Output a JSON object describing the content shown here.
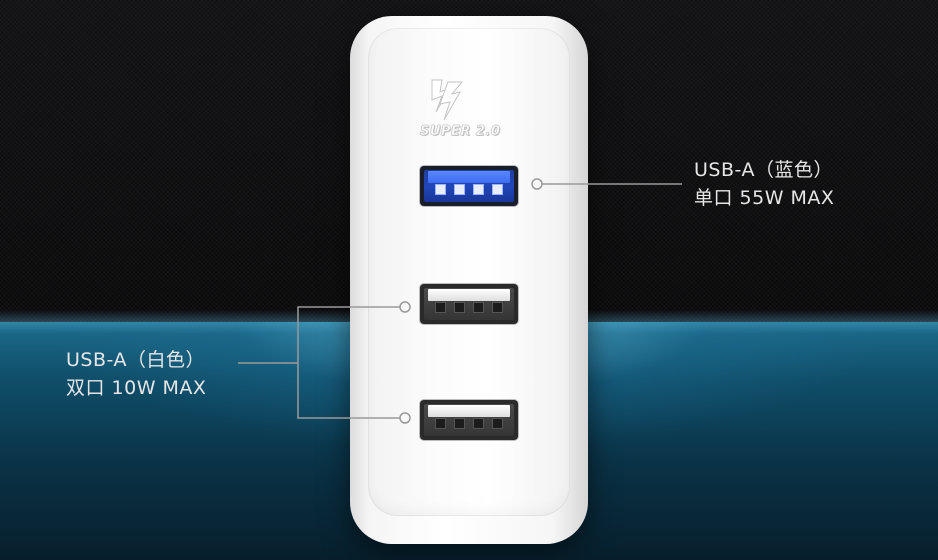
{
  "logo": {
    "text": "SUPER 2.0",
    "icon": "lightning-bolt-icon"
  },
  "callouts": {
    "blue_port": {
      "line1": "USB-A（蓝色）",
      "line2": "单口 55W MAX"
    },
    "white_ports": {
      "line1": "USB-A（白色）",
      "line2": "双口 10W MAX"
    }
  },
  "colors": {
    "blue_port": "#2046b8",
    "background_glow": "#1c6c8c",
    "label_text": "#e6e6e6",
    "callout_line": "#9a9a9a"
  }
}
